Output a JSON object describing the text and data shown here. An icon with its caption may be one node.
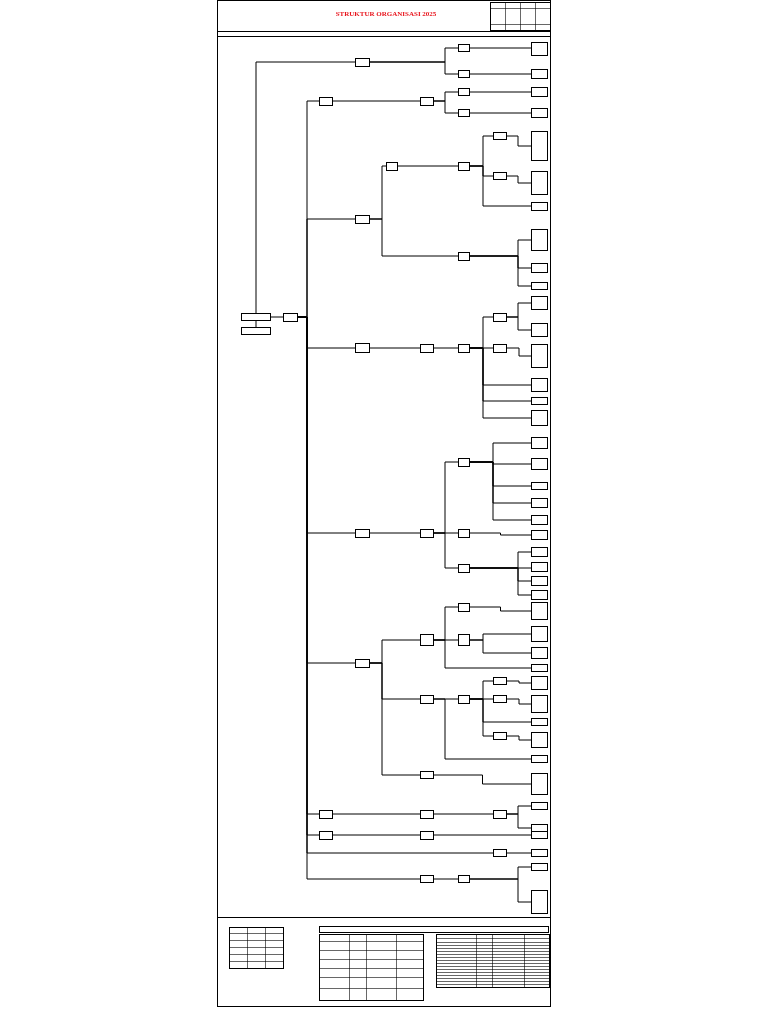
{
  "diagram": {
    "title": "STRUKTUR ORGANISASI 2025",
    "nodes": [
      {
        "text": [],
        "shape": "box"
      },
      {
        "text": [],
        "shape": "box"
      },
      {
        "text": [],
        "shape": "box"
      },
      {
        "text": [],
        "shape": "box"
      },
      {
        "text": [],
        "shape": "box"
      },
      {
        "text": [],
        "shape": "box"
      },
      {
        "text": [],
        "shape": "box"
      },
      {
        "text": [],
        "shape": "box"
      },
      {
        "text": [],
        "shape": "box"
      },
      {
        "text": [],
        "shape": "box"
      },
      {
        "text": [],
        "shape": "box"
      },
      {
        "text": [],
        "shape": "box"
      },
      {
        "text": [],
        "shape": "box"
      },
      {
        "text": [],
        "shape": "box"
      },
      {
        "text": [],
        "shape": "box"
      },
      {
        "text": [],
        "shape": "box"
      },
      {
        "text": [],
        "shape": "box"
      },
      {
        "text": [],
        "shape": "box"
      },
      {
        "text": [],
        "shape": "box"
      },
      {
        "text": [],
        "shape": "box"
      },
      {
        "text": [],
        "shape": "box"
      },
      {
        "text": [],
        "shape": "box"
      },
      {
        "text": [],
        "shape": "box"
      },
      {
        "text": [],
        "shape": "box"
      },
      {
        "text": [],
        "shape": "box"
      },
      {
        "text": [],
        "shape": "box"
      },
      {
        "text": [],
        "shape": "box"
      },
      {
        "text": [],
        "shape": "box"
      },
      {
        "text": [],
        "shape": "box"
      },
      {
        "text": [],
        "shape": "box"
      },
      {
        "text": [],
        "shape": "box"
      },
      {
        "text": [],
        "shape": "box"
      },
      {
        "text": [],
        "shape": "box"
      },
      {
        "text": [],
        "shape": "box"
      },
      {
        "text": [],
        "shape": "box"
      },
      {
        "text": [],
        "shape": "box"
      },
      {
        "text": [],
        "shape": "box"
      },
      {
        "text": [],
        "shape": "box"
      },
      {
        "text": [],
        "shape": "box"
      },
      {
        "text": [],
        "shape": "box"
      },
      {
        "text": [],
        "shape": "box"
      },
      {
        "text": [],
        "shape": "box"
      },
      {
        "text": [],
        "shape": "box"
      },
      {
        "text": [],
        "shape": "box"
      },
      {
        "text": [],
        "shape": "box"
      },
      {
        "text": [],
        "shape": "box"
      },
      {
        "text": [],
        "shape": "box"
      },
      {
        "text": [],
        "shape": "box"
      },
      {
        "text": [],
        "shape": "box"
      },
      {
        "text": [],
        "shape": "box"
      },
      {
        "text": [],
        "shape": "box"
      },
      {
        "text": [],
        "shape": "box"
      },
      {
        "text": [],
        "shape": "box"
      },
      {
        "text": [],
        "shape": "box"
      },
      {
        "text": [],
        "shape": "box"
      },
      {
        "text": [],
        "shape": "box"
      },
      {
        "text": [],
        "shape": "box"
      },
      {
        "text": [],
        "shape": "box"
      },
      {
        "text": [],
        "shape": "box"
      },
      {
        "text": [],
        "shape": "box"
      },
      {
        "text": [],
        "shape": "box"
      },
      {
        "text": [],
        "shape": "box"
      },
      {
        "text": [],
        "shape": "box"
      },
      {
        "text": [],
        "shape": "box"
      },
      {
        "text": [],
        "shape": "box"
      },
      {
        "text": [],
        "shape": "box"
      },
      {
        "text": [],
        "shape": "box"
      },
      {
        "text": [],
        "shape": "box"
      },
      {
        "text": [],
        "shape": "box"
      },
      {
        "text": [],
        "shape": "box"
      },
      {
        "text": [],
        "shape": "box"
      },
      {
        "text": [],
        "shape": "box"
      },
      {
        "text": [],
        "shape": "box"
      },
      {
        "text": [],
        "shape": "box"
      },
      {
        "text": [],
        "shape": "box"
      },
      {
        "text": [],
        "shape": "box"
      },
      {
        "text": [],
        "shape": "box"
      },
      {
        "text": [],
        "shape": "box"
      },
      {
        "text": [],
        "shape": "box"
      },
      {
        "text": [],
        "shape": "box"
      },
      {
        "text": [],
        "shape": "box"
      },
      {
        "text": [],
        "shape": "box"
      },
      {
        "text": [],
        "shape": "box"
      },
      {
        "text": [],
        "shape": "box"
      },
      {
        "text": [],
        "shape": "box"
      },
      {
        "text": [],
        "shape": "box"
      }
    ],
    "edges": [
      {
        "from": 0,
        "to": 1,
        "arrow": "none"
      },
      {
        "from": 0,
        "to": 2,
        "arrow": "none"
      },
      {
        "from": 0,
        "to": 3,
        "arrow": "none"
      },
      {
        "from": 3,
        "to": 4,
        "arrow": "none"
      },
      {
        "from": 3,
        "to": 5,
        "arrow": "none"
      },
      {
        "from": 4,
        "to": 6,
        "arrow": "none"
      },
      {
        "from": 5,
        "to": 7,
        "arrow": "none"
      },
      {
        "from": 2,
        "to": 8,
        "arrow": "none"
      },
      {
        "from": 8,
        "to": 9,
        "arrow": "none"
      },
      {
        "from": 9,
        "to": 10,
        "arrow": "none"
      },
      {
        "from": 9,
        "to": 11,
        "arrow": "none"
      },
      {
        "from": 10,
        "to": 12,
        "arrow": "none"
      },
      {
        "from": 11,
        "to": 13,
        "arrow": "none"
      },
      {
        "from": 2,
        "to": 14,
        "arrow": "none"
      },
      {
        "from": 14,
        "to": 15,
        "arrow": "none"
      },
      {
        "from": 15,
        "to": 16,
        "arrow": "none"
      },
      {
        "from": 16,
        "to": 17,
        "arrow": "none"
      },
      {
        "from": 17,
        "to": 18,
        "arrow": "none"
      },
      {
        "from": 16,
        "to": 19,
        "arrow": "none"
      },
      {
        "from": 19,
        "to": 20,
        "arrow": "none"
      },
      {
        "from": 16,
        "to": 21,
        "arrow": "none"
      },
      {
        "from": 14,
        "to": 22,
        "arrow": "none"
      },
      {
        "from": 22,
        "to": 23,
        "arrow": "none"
      },
      {
        "from": 22,
        "to": 24,
        "arrow": "none"
      },
      {
        "from": 22,
        "to": 25,
        "arrow": "none"
      },
      {
        "from": 2,
        "to": 26,
        "arrow": "none"
      },
      {
        "from": 26,
        "to": 27,
        "arrow": "none"
      },
      {
        "from": 27,
        "to": 28,
        "arrow": "none"
      },
      {
        "from": 28,
        "to": 29,
        "arrow": "none"
      },
      {
        "from": 29,
        "to": 30,
        "arrow": "none"
      },
      {
        "from": 29,
        "to": 31,
        "arrow": "none"
      },
      {
        "from": 28,
        "to": 32,
        "arrow": "none"
      },
      {
        "from": 32,
        "to": 33,
        "arrow": "none"
      },
      {
        "from": 28,
        "to": 34,
        "arrow": "none"
      },
      {
        "from": 28,
        "to": 35,
        "arrow": "none"
      },
      {
        "from": 28,
        "to": 36,
        "arrow": "none"
      },
      {
        "from": 2,
        "to": 37,
        "arrow": "none"
      },
      {
        "from": 37,
        "to": 38,
        "arrow": "none"
      },
      {
        "from": 38,
        "to": 39,
        "arrow": "none"
      },
      {
        "from": 39,
        "to": 40,
        "arrow": "none"
      },
      {
        "from": 39,
        "to": 41,
        "arrow": "none"
      },
      {
        "from": 39,
        "to": 42,
        "arrow": "none"
      },
      {
        "from": 39,
        "to": 43,
        "arrow": "none"
      },
      {
        "from": 39,
        "to": 44,
        "arrow": "none"
      },
      {
        "from": 38,
        "to": 45,
        "arrow": "none"
      },
      {
        "from": 45,
        "to": 46,
        "arrow": "none"
      },
      {
        "from": 38,
        "to": 47,
        "arrow": "none"
      },
      {
        "from": 47,
        "to": 48,
        "arrow": "none"
      },
      {
        "from": 47,
        "to": 49,
        "arrow": "none"
      },
      {
        "from": 47,
        "to": 50,
        "arrow": "none"
      },
      {
        "from": 47,
        "to": 51,
        "arrow": "none"
      },
      {
        "from": 2,
        "to": 52,
        "arrow": "none"
      },
      {
        "from": 52,
        "to": 53,
        "arrow": "none"
      },
      {
        "from": 53,
        "to": 54,
        "arrow": "none"
      },
      {
        "from": 54,
        "to": 55,
        "arrow": "none"
      },
      {
        "from": 53,
        "to": 56,
        "arrow": "none"
      },
      {
        "from": 56,
        "to": 57,
        "arrow": "none"
      },
      {
        "from": 56,
        "to": 58,
        "arrow": "none"
      },
      {
        "from": 53,
        "to": 59,
        "arrow": "none"
      },
      {
        "from": 52,
        "to": 60,
        "arrow": "none"
      },
      {
        "from": 60,
        "to": 61,
        "arrow": "none"
      },
      {
        "from": 61,
        "to": 62,
        "arrow": "none"
      },
      {
        "from": 62,
        "to": 63,
        "arrow": "none"
      },
      {
        "from": 61,
        "to": 64,
        "arrow": "none"
      },
      {
        "from": 64,
        "to": 65,
        "arrow": "none"
      },
      {
        "from": 61,
        "to": 66,
        "arrow": "none"
      },
      {
        "from": 61,
        "to": 67,
        "arrow": "none"
      },
      {
        "from": 67,
        "to": 68,
        "arrow": "none"
      },
      {
        "from": 60,
        "to": 69,
        "arrow": "none"
      },
      {
        "from": 52,
        "to": 70,
        "arrow": "none"
      },
      {
        "from": 70,
        "to": 71,
        "arrow": "none"
      },
      {
        "from": 2,
        "to": 72,
        "arrow": "none"
      },
      {
        "from": 72,
        "to": 73,
        "arrow": "none"
      },
      {
        "from": 73,
        "to": 74,
        "arrow": "none"
      },
      {
        "from": 74,
        "to": 75,
        "arrow": "none"
      },
      {
        "from": 74,
        "to": 76,
        "arrow": "none"
      },
      {
        "from": 2,
        "to": 77,
        "arrow": "none"
      },
      {
        "from": 77,
        "to": 78,
        "arrow": "none"
      },
      {
        "from": 78,
        "to": 79,
        "arrow": "none"
      },
      {
        "from": 2,
        "to": 80,
        "arrow": "none"
      },
      {
        "from": 80,
        "to": 81,
        "arrow": "none"
      },
      {
        "from": 2,
        "to": 82,
        "arrow": "none"
      },
      {
        "from": 82,
        "to": 83,
        "arrow": "none"
      },
      {
        "from": 83,
        "to": 84,
        "arrow": "none"
      },
      {
        "from": 83,
        "to": 85,
        "arrow": "none"
      }
    ]
  }
}
